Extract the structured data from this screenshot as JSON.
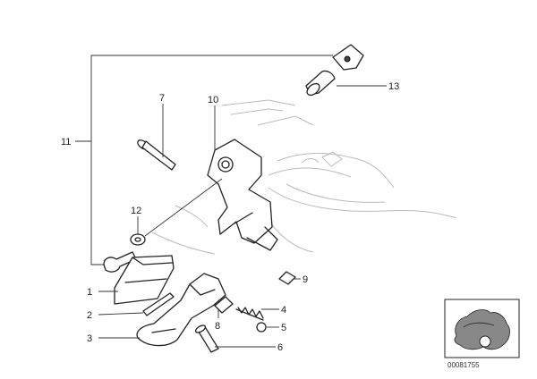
{
  "callouts": [
    {
      "id": "1",
      "label": "1"
    },
    {
      "id": "2",
      "label": "2"
    },
    {
      "id": "3",
      "label": "3"
    },
    {
      "id": "4",
      "label": "4"
    },
    {
      "id": "5",
      "label": "5"
    },
    {
      "id": "6",
      "label": "6"
    },
    {
      "id": "7",
      "label": "7"
    },
    {
      "id": "8",
      "label": "8"
    },
    {
      "id": "9",
      "label": "9"
    },
    {
      "id": "10",
      "label": "10"
    },
    {
      "id": "11",
      "label": "11"
    },
    {
      "id": "12",
      "label": "12"
    },
    {
      "id": "13",
      "label": "13"
    }
  ],
  "document_number": "00081755"
}
